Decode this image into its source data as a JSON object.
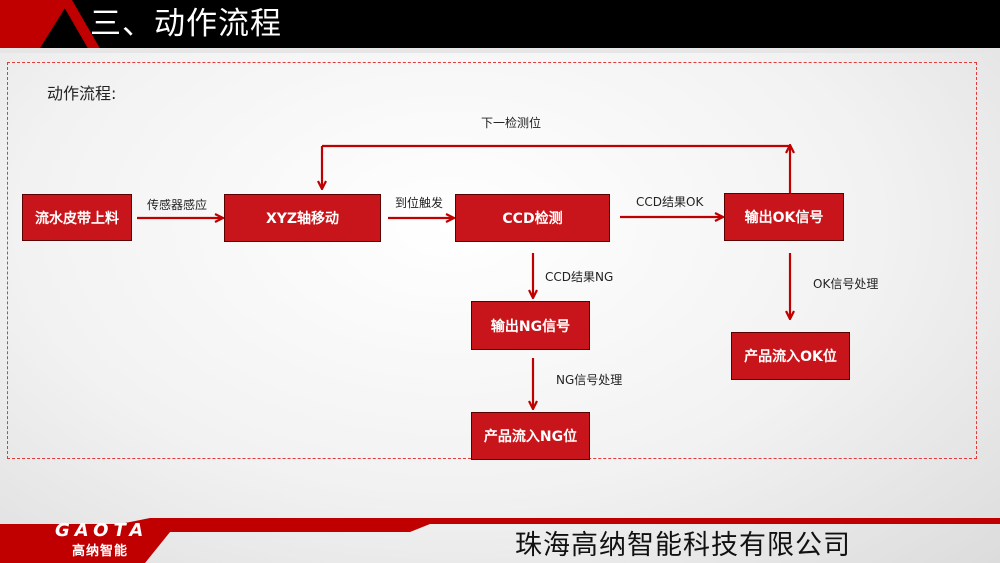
{
  "header": {
    "title": "三、动作流程"
  },
  "flow_label": "动作流程:",
  "nodes": {
    "belt": "流水皮带上料",
    "xyz": "XYZ轴移动",
    "ccd": "CCD检测",
    "ok_signal": "输出OK信号",
    "ng_signal": "输出NG信号",
    "ok_position": "产品流入OK位",
    "ng_position": "产品流入NG位"
  },
  "edges": {
    "sensor": "传感器感应",
    "arrive": "到位触发",
    "ccd_ok": "CCD结果OK",
    "ccd_ng": "CCD结果NG",
    "ok_process": "OK信号处理",
    "ng_process": "NG信号处理",
    "next_position": "下一检测位"
  },
  "footer": {
    "logo_en": "GAOTA",
    "logo_cn": "高纳智能",
    "company": "珠海高纳智能科技有限公司"
  },
  "colors": {
    "accent": "#c00000",
    "box": "#c8151b",
    "arrow": "#c00000"
  }
}
